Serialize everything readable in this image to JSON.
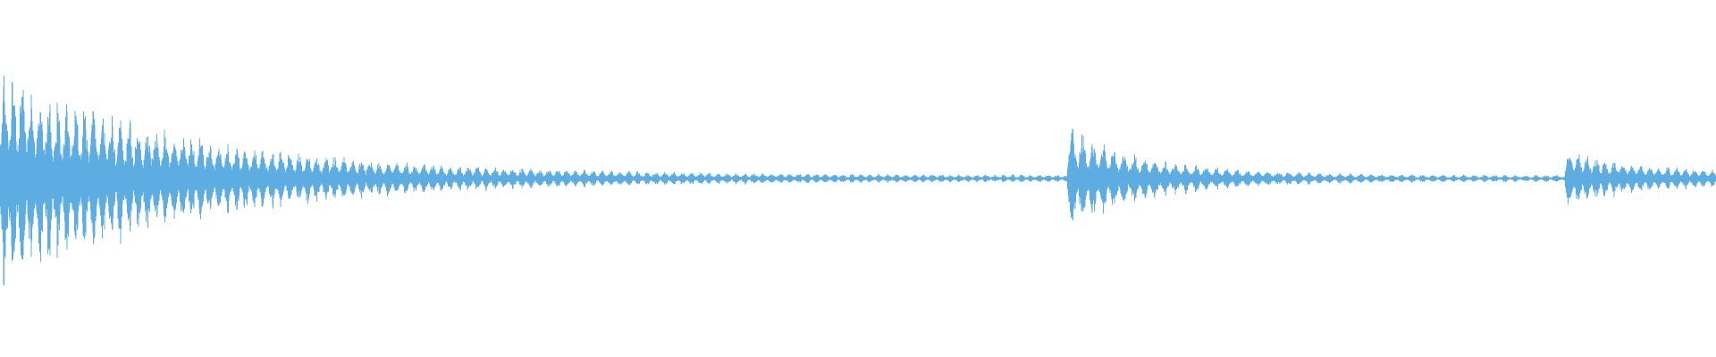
{
  "waveform": {
    "color": "#5DADE2",
    "background": "#FFFFFF",
    "segments": [
      {
        "start": 0.0,
        "end": 0.622,
        "peak": 1.0,
        "floor": 0.03,
        "decay": 5.5,
        "pulse_period": 0.0052
      },
      {
        "start": 0.622,
        "end": 0.912,
        "peak": 0.48,
        "floor": 0.03,
        "decay": 6.0,
        "pulse_period": 0.006
      },
      {
        "start": 0.912,
        "end": 1.0,
        "peak": 0.28,
        "floor": 0.05,
        "decay": 2.0,
        "pulse_period": 0.0052
      }
    ]
  }
}
